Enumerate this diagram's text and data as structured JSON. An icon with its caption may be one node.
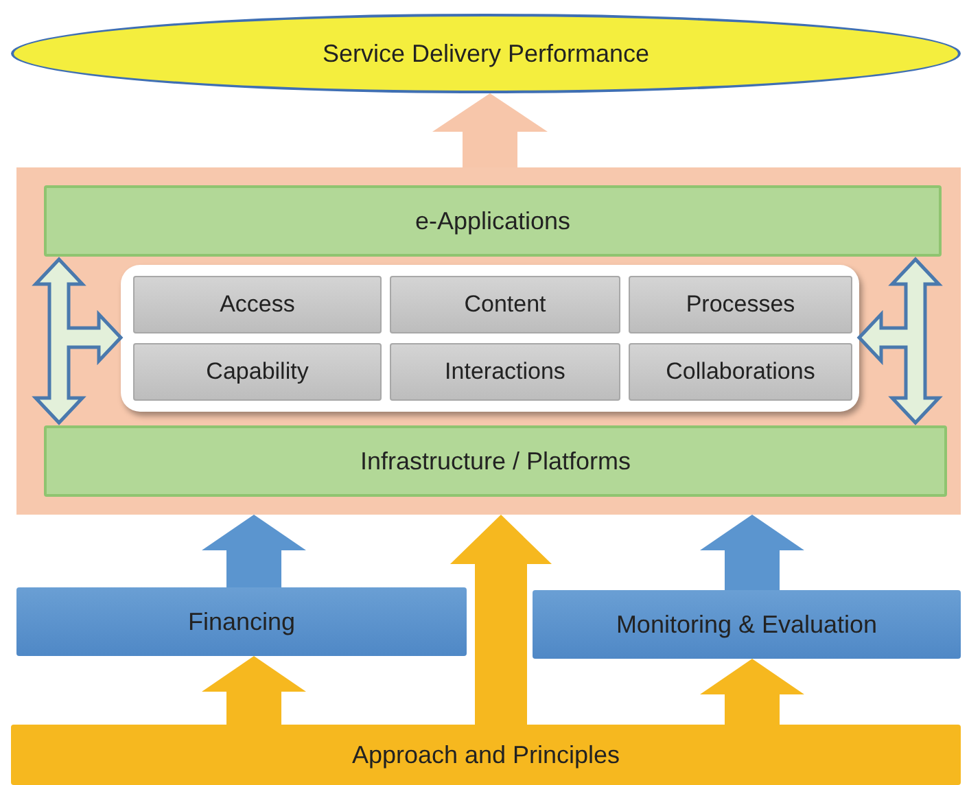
{
  "diagram": {
    "nodes": [
      {
        "text": [
          "Service Delivery Performance"
        ]
      },
      {
        "text": [],
        "shape": "box"
      },
      {
        "text": [
          "e-Applications"
        ],
        "in": 1
      },
      {
        "text": [],
        "shape": "box",
        "in": 1
      },
      {
        "text": [
          "Access"
        ],
        "in": 3
      },
      {
        "text": [
          "Content"
        ],
        "in": 3
      },
      {
        "text": [
          "Processes"
        ],
        "in": 3
      },
      {
        "text": [
          "Capability"
        ],
        "in": 3
      },
      {
        "text": [
          "Interactions"
        ],
        "in": 3
      },
      {
        "text": [
          "Collaborations"
        ],
        "in": 3
      },
      {
        "text": [
          "Infrastructure / Platforms"
        ],
        "in": 1
      },
      {
        "text": [
          "Financing"
        ]
      },
      {
        "text": [
          "Monitoring & Evaluation"
        ]
      },
      {
        "text": [
          "Approach and Principles"
        ]
      }
    ],
    "edges": [
      {
        "from": 1,
        "to": 0,
        "arrow": "to",
        "color": "#f7c6aa"
      },
      {
        "from": 11,
        "to": 1,
        "arrow": "to",
        "color": "#5b95cf"
      },
      {
        "from": 12,
        "to": 1,
        "arrow": "to",
        "color": "#5b95cf"
      },
      {
        "from": 13,
        "to": 11,
        "arrow": "to",
        "color": "#f6b81f"
      },
      {
        "from": 13,
        "to": 1,
        "arrow": "to",
        "color": "#f6b81f"
      },
      {
        "from": 13,
        "to": 12,
        "arrow": "to",
        "color": "#f6b81f"
      },
      {
        "from": 2,
        "to": 10,
        "arrow": "both"
      },
      {
        "from": 2,
        "to": 3,
        "arrow": "both"
      },
      {
        "from": 2,
        "to": 10,
        "arrow": "both"
      },
      {
        "from": 2,
        "to": 3,
        "arrow": "both"
      }
    ]
  }
}
